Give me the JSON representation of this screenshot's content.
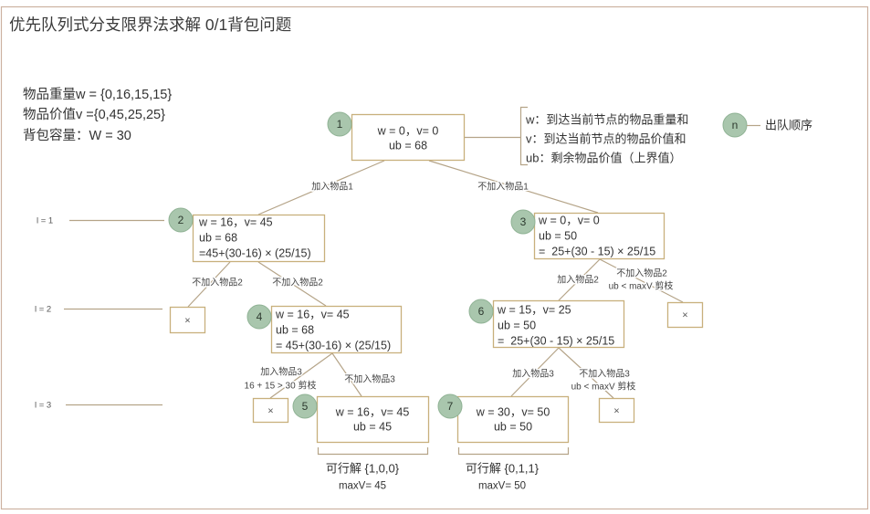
{
  "title": "优先队列式分支限界法求解 0/1背包问题",
  "problem": {
    "weights": "物品重量w = {0,16,15,15}",
    "values": "物品价值v ={0,45,25,25}",
    "capacity": "背包容量：W = 30"
  },
  "legend": {
    "definitions": [
      "w：到达当前节点的物品重量和",
      "v：到达当前节点的物品价值和",
      "ub：剩余物品价值（上界值）"
    ],
    "order_marker": "n",
    "order_label": "出队顺序"
  },
  "levels": [
    "l = 1",
    "l = 2",
    "l = 3"
  ],
  "nodes": [
    {
      "order": "1",
      "lines": [
        "w = 0，v= 0",
        "ub = 68"
      ]
    },
    {
      "order": "2",
      "lines": [
        "w = 16，v= 45",
        "ub = 68",
        "=45+(30-16) × (25/15)"
      ]
    },
    {
      "order": "3",
      "lines": [
        "w = 0，v= 0",
        "ub = 50",
        "=  25+(30 - 15) × 25/15"
      ]
    },
    {
      "order": "4",
      "lines": [
        "w = 16，v= 45",
        "ub = 68",
        "= 45+(30-16) × (25/15)"
      ]
    },
    {
      "order": "5",
      "lines": [
        "w = 16，v= 45",
        "ub = 45"
      ]
    },
    {
      "order": "6",
      "lines": [
        "w = 15，v= 25",
        "ub = 50",
        "=  25+(30 - 15) × 25/15"
      ]
    },
    {
      "order": "7",
      "lines": [
        "w = 30，v= 50",
        "ub = 50"
      ]
    }
  ],
  "pruned_marker": "×",
  "branch_labels": {
    "n1_n2": [
      "加入物品1"
    ],
    "n1_n3": [
      "不加入物品1"
    ],
    "n2_pruned": [
      "不加入物品2"
    ],
    "n2_n4": [
      "不加入物品2"
    ],
    "n3_n6": [
      "加入物品2"
    ],
    "n3_pruned": [
      "不加入物品2",
      "ub < maxV 剪枝"
    ],
    "n4_pruned": [
      "加入物品3",
      "16 + 15 > 30 剪枝"
    ],
    "n4_n5": [
      "不加入物品3"
    ],
    "n6_n7": [
      "加入物品3"
    ],
    "n6_pruned": [
      "不加入物品3",
      "ub < maxV 剪枝"
    ]
  },
  "solutions": [
    {
      "feasible": "可行解 {1,0,0}",
      "max": "maxV= 45"
    },
    {
      "feasible": "可行解 {0,1,1}",
      "max": "maxV= 50"
    }
  ],
  "colors": {
    "node_border": "#c8b07c",
    "order_badge": "#a9c6ad",
    "connector": "#b5a488",
    "frame": "#cdb2a1"
  }
}
